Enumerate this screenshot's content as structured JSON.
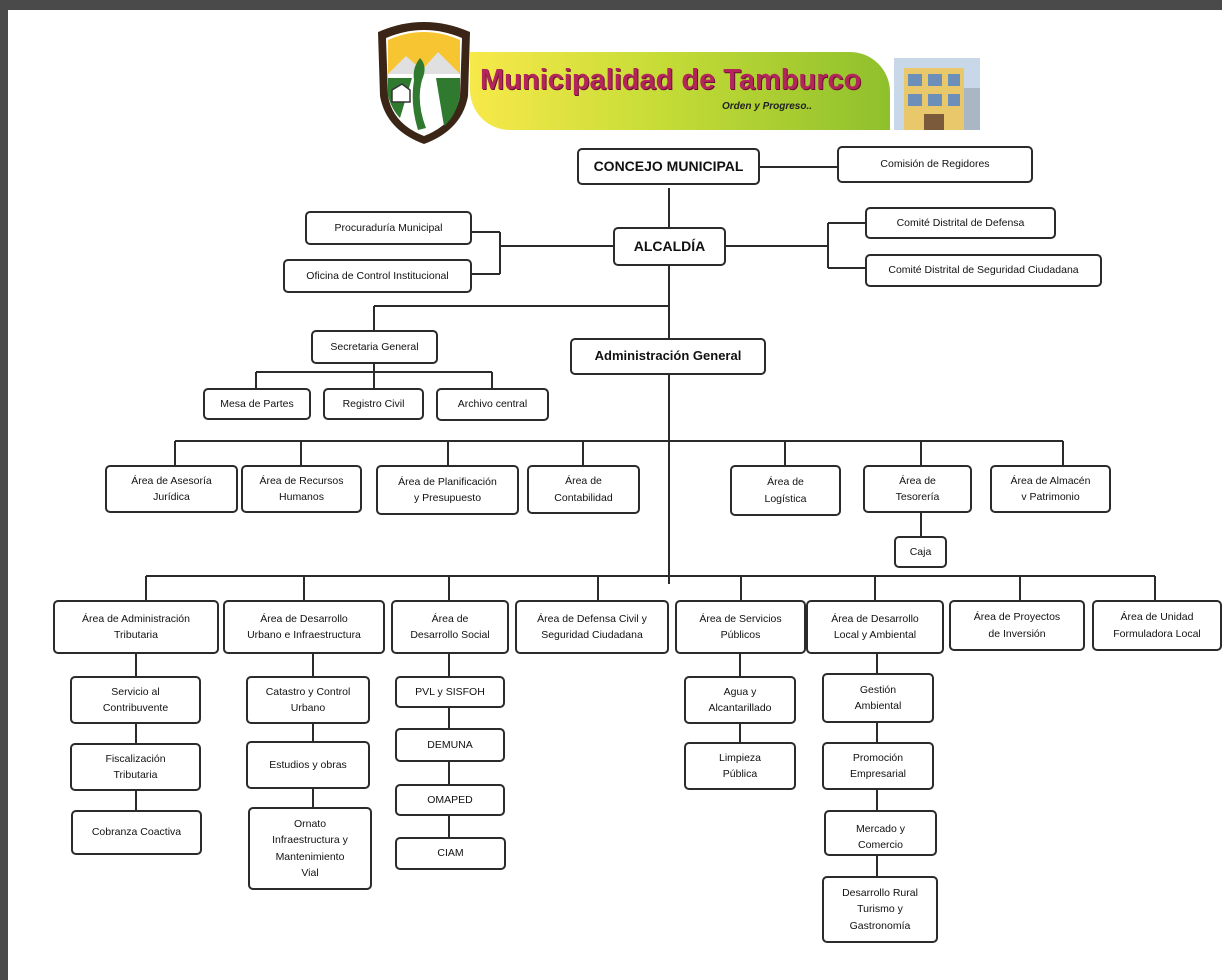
{
  "logo": {
    "title": "Municipalidad de Tamburco",
    "tagline": "Orden y Progreso.."
  },
  "nodes": {
    "concejo": "CONCEJO MUNICIPAL",
    "comision": "Comisión de Regidores",
    "procuraduria": "Procuraduría Municipal",
    "oci": "Oficina de Control Institucional",
    "alcaldia": "ALCALDÍA",
    "defensa": "Comité Distrital de Defensa",
    "seguridad": "Comité Distrital de Seguridad Ciudadana",
    "secretaria": "Secretaria General",
    "mesa": "Mesa de Partes",
    "registro": "Registro Civil",
    "archivo": "Archivo central",
    "admin": "Administración General",
    "asesoria": "Área de Asesoría\nJurídica",
    "rrhh": "Área de Recursos\nHumanos",
    "planificacion": "Área de Planificación\ny Presupuesto",
    "contabilidad": "Área de\nContabilidad",
    "logistica": "Área de\nLogística",
    "tesoreria": "Área de\nTesorería",
    "almacen": "Área de Almacén\nv Patrimonio",
    "caja": "Caja",
    "tributaria": "Área de Administración\nTributaria",
    "urbano": "Área de Desarrollo\nUrbano e Infraestructura",
    "social": "Área de\nDesarrollo Social",
    "defensa_civil": "Área de Defensa Civil y\nSeguridad Ciudadana",
    "servicios": "Área de Servicios\nPúblicos",
    "local": "Área de Desarrollo\nLocal y Ambiental",
    "proyectos": "Área de Proyectos\nde Inversión",
    "formuladora": "Área de Unidad\nFormuladora Local",
    "contribuyente": "Servicio al\nContribuvente",
    "fiscalizacion": "Fiscalización\nTributaria",
    "cobranza": "Cobranza Coactiva",
    "catastro": "Catastro y Control\nUrbano",
    "estudios": "Estudios y obras",
    "ornato": "Ornato\nInfraestructura y\nMantenimiento\nVial",
    "pvl": "PVL y SISFOH",
    "demuna": "DEMUNA",
    "omaped": "OMAPED",
    "ciam": "CIAM",
    "agua": "Agua y\nAlcantarillado",
    "limpieza": "Limpieza\nPública",
    "gestion": "Gestión\nAmbiental",
    "promocion": "Promoción\nEmpresarial",
    "mercado": "Mercado y\nComercio",
    "rural": "Desarrollo Rural\nTurismo y\nGastronomía"
  }
}
